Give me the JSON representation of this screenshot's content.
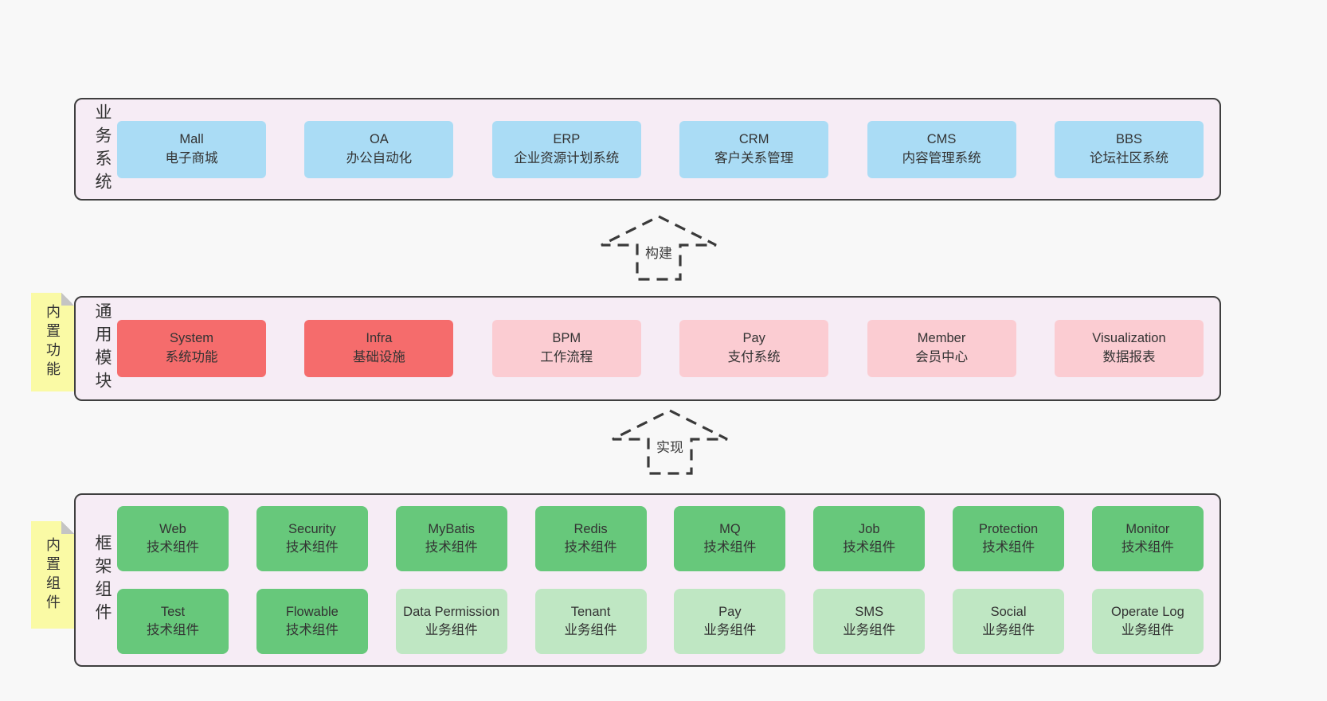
{
  "bands": [
    {
      "label": "业务系统",
      "boxes": [
        {
          "title": "Mall",
          "subtitle": "电子商城"
        },
        {
          "title": "OA",
          "subtitle": "办公自动化"
        },
        {
          "title": "ERP",
          "subtitle": "企业资源计划系统"
        },
        {
          "title": "CRM",
          "subtitle": "客户关系管理"
        },
        {
          "title": "CMS",
          "subtitle": "内容管理系统"
        },
        {
          "title": "BBS",
          "subtitle": "论坛社区系统"
        }
      ]
    },
    {
      "label": "通用模块",
      "sticky": "内置功能",
      "boxes": [
        {
          "title": "System",
          "subtitle": "系统功能"
        },
        {
          "title": "Infra",
          "subtitle": "基础设施"
        },
        {
          "title": "BPM",
          "subtitle": "工作流程"
        },
        {
          "title": "Pay",
          "subtitle": "支付系统"
        },
        {
          "title": "Member",
          "subtitle": "会员中心"
        },
        {
          "title": "Visualization",
          "subtitle": "数据报表"
        }
      ]
    },
    {
      "label": "框架组件",
      "sticky": "内置组件",
      "rows": [
        [
          {
            "title": "Web",
            "subtitle": "技术组件"
          },
          {
            "title": "Security",
            "subtitle": "技术组件"
          },
          {
            "title": "MyBatis",
            "subtitle": "技术组件"
          },
          {
            "title": "Redis",
            "subtitle": "技术组件"
          },
          {
            "title": "MQ",
            "subtitle": "技术组件"
          },
          {
            "title": "Job",
            "subtitle": "技术组件"
          },
          {
            "title": "Protection",
            "subtitle": "技术组件"
          },
          {
            "title": "Monitor",
            "subtitle": "技术组件"
          }
        ],
        [
          {
            "title": "Test",
            "subtitle": "技术组件"
          },
          {
            "title": "Flowable",
            "subtitle": "技术组件"
          },
          {
            "title": "Data Permission",
            "subtitle": "业务组件"
          },
          {
            "title": "Tenant",
            "subtitle": "业务组件"
          },
          {
            "title": "Pay",
            "subtitle": "业务组件"
          },
          {
            "title": "SMS",
            "subtitle": "业务组件"
          },
          {
            "title": "Social",
            "subtitle": "业务组件"
          },
          {
            "title": "Operate Log",
            "subtitle": "业务组件"
          }
        ]
      ]
    }
  ],
  "arrows": [
    {
      "label": "构建"
    },
    {
      "label": "实现"
    }
  ],
  "colors": {
    "blue": "#aadcf5",
    "red": "#f56c6c",
    "pink": "#fbccd2",
    "green": "#67c87b",
    "light_green": "#bfe7c3",
    "band_bg": "#f6ecf5",
    "sticky_yellow": "#fafaa5",
    "border": "#3f3f3f",
    "page_bg": "#f8f8f8"
  }
}
